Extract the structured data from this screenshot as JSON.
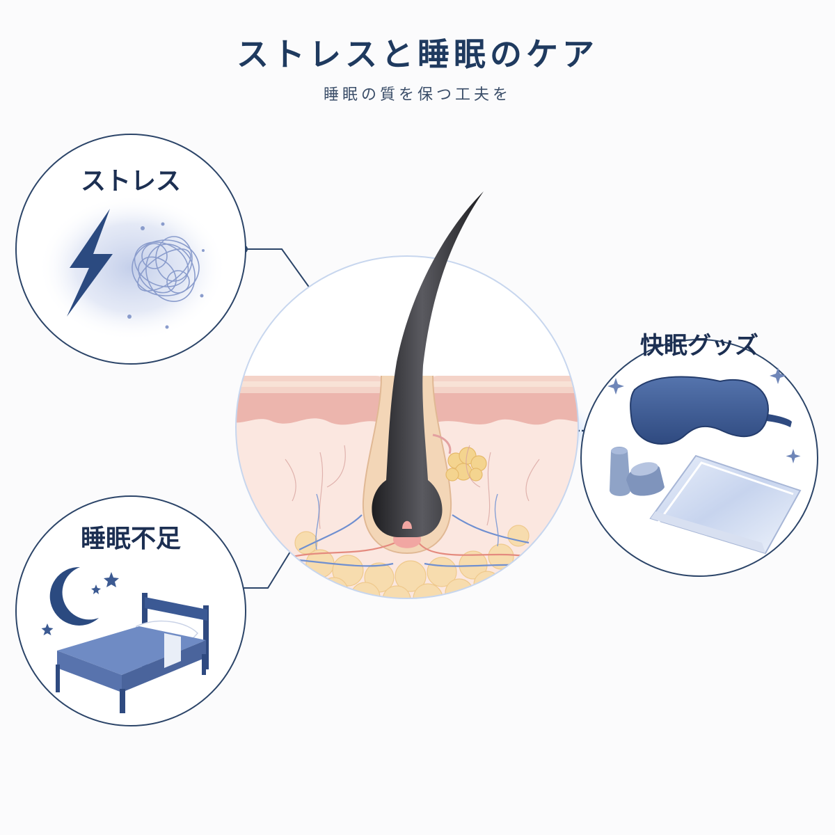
{
  "header": {
    "title": "ストレスと睡眠のケア",
    "subtitle": "睡眠の質を保つ工夫を"
  },
  "panels": {
    "stress": {
      "label": "ストレス",
      "icons": [
        "lightning-icon",
        "tangled-lines-icon"
      ]
    },
    "sleep_deprivation": {
      "label": "睡眠不足",
      "icons": [
        "crescent-moon-icon",
        "star-icon",
        "bed-icon"
      ]
    },
    "sleep_goods": {
      "label": "快眠グッズ",
      "icons": [
        "eye-mask-icon",
        "earplugs-icon",
        "pillowcase-icon",
        "sparkle-icon"
      ]
    }
  },
  "center": {
    "illustration": "hair-follicle-cross-section"
  },
  "colors": {
    "navy": "#1f3a5f",
    "panel_stroke": "#2b4468",
    "accent_blue": "#4a6aa5",
    "skin_pink": "#f4c9c4",
    "dermis": "#fbe3dc",
    "fat": "#f7d9a8",
    "hair": "#2b2b2e",
    "vessel_red": "#d9706a",
    "vessel_blue": "#5b7fc4"
  }
}
